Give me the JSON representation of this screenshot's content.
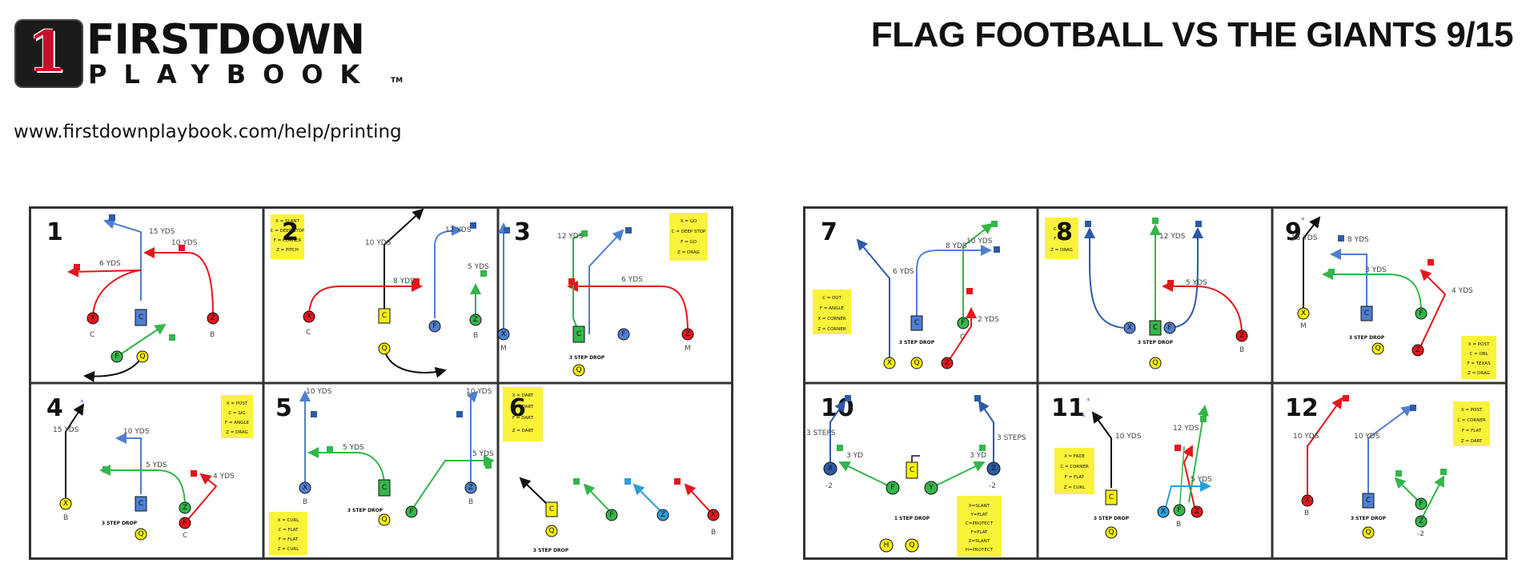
{
  "header": {
    "logo_number": "1",
    "logo_title": "FIRSTDOWN",
    "logo_subtitle": "PLAYBOOK",
    "logo_tm": "TM",
    "page_title": "FLAG FOOTBALL VS THE GIANTS 9/15",
    "url": "www.firstdownplaybook.com/help/printing"
  },
  "colors": {
    "red": "#e3161b",
    "blue": "#4f7fd0",
    "navy": "#2d5aa8",
    "green": "#33b64a",
    "yellow": "#f6f00c",
    "black": "#111111",
    "note_yellow": "#fbf23a",
    "border": "#333333"
  },
  "sheets": [
    {
      "plays": [
        {
          "number": "1",
          "players": [
            "X",
            "C",
            "Z",
            "F",
            "Q"
          ],
          "labels": [
            "C",
            "B"
          ],
          "yards": [
            "15 YDS",
            "10 YDS",
            "6 YDS"
          ],
          "note": []
        },
        {
          "number": "2",
          "players": [
            "X",
            "C",
            "F",
            "Z",
            "Q"
          ],
          "labels": [
            "C",
            "B"
          ],
          "yards": [
            "10 YDS",
            "8 YDS",
            "12 YDS",
            "5 YDS"
          ],
          "note": [
            "X = SLANT",
            "C = DEEP STOP",
            "F = CORNER",
            "Z = PITCH"
          ]
        },
        {
          "number": "3",
          "players": [
            "X",
            "C",
            "F",
            "Z",
            "Q"
          ],
          "labels": [
            "M",
            "M"
          ],
          "yards": [
            "12 YDS",
            "6 YDS"
          ],
          "drop": "3 STEP DROP",
          "note": [
            "X = GO",
            "C = DEEP STOP",
            "F = GO",
            "Z = DRAG"
          ]
        },
        {
          "number": "4",
          "players": [
            "X",
            "C",
            "Z",
            "F",
            "Q"
          ],
          "labels": [
            "B",
            "C"
          ],
          "yards": [
            "15 YDS",
            "10 YDS",
            "5 YDS",
            "4 YDS"
          ],
          "drop": "3 STEP DROP",
          "note": [
            "X = POST",
            "C = SIG",
            "F = ANGLE",
            "Z = DRAG"
          ]
        },
        {
          "number": "5",
          "players": [
            "X",
            "C",
            "F",
            "Z",
            "Q"
          ],
          "labels": [
            "B",
            "B"
          ],
          "yards": [
            "10 YDS",
            "10 YDS",
            "5 YDS",
            "5 YDS"
          ],
          "drop": "3 STEP DROP",
          "note": [
            "X = CURL",
            "C = FLAT",
            "F = FLAT",
            "Z = CURL"
          ]
        },
        {
          "number": "6",
          "players": [
            "C",
            "Q",
            "F",
            "Z",
            "X"
          ],
          "labels": [
            "B"
          ],
          "drop": "3 STEP DROP",
          "note": [
            "X = DART",
            "C = DART",
            "F = DART",
            "Z = DART"
          ]
        }
      ]
    },
    {
      "plays": [
        {
          "number": "7",
          "players": [
            "X",
            "Q",
            "C",
            "F",
            "Z"
          ],
          "labels": [
            "C"
          ],
          "yards": [
            "6 YDS",
            "8 YDS",
            "10 YDS",
            "2 YDS"
          ],
          "drop": "3 STEP DROP",
          "note": [
            "C = OUT",
            "F = ANGLE",
            "X = CORNER",
            "Z = CORNER"
          ]
        },
        {
          "number": "8",
          "players": [
            "X",
            "C",
            "F",
            "Z",
            "Q"
          ],
          "labels": [
            "B"
          ],
          "yards": [
            "12 YDS",
            "5 YDS"
          ],
          "drop": "3 STEP DROP",
          "note": [
            "C = GO",
            "F = GO",
            "Z = DRAG"
          ]
        },
        {
          "number": "9",
          "players": [
            "X",
            "C",
            "F",
            "Z",
            "Q"
          ],
          "labels": [
            "M"
          ],
          "yards": [
            "15 YDS",
            "8 YDS",
            "3 YDS",
            "4 YDS"
          ],
          "drop": "3 STEP DROP",
          "note": [
            "X = POST",
            "C = OBL",
            "F = TEXAS",
            "Z = DRAG"
          ]
        },
        {
          "number": "10",
          "players": [
            "X",
            "F",
            "C",
            "Y",
            "Z",
            "H",
            "Q"
          ],
          "labels": [
            "-2",
            "-2"
          ],
          "yards": [
            "3 STEPS",
            "3 STEPS",
            "3 YD",
            "3 YD"
          ],
          "drop": "1 STEP DROP",
          "note": [
            "X=SLANT",
            "Y=FLAT",
            "C=PROTECT",
            "F=FLAT",
            "Z=SLANT",
            "H=PROTECT"
          ]
        },
        {
          "number": "11",
          "players": [
            "C",
            "Q",
            "X",
            "F",
            "Z"
          ],
          "labels": [
            "B"
          ],
          "yards": [
            "10 YDS",
            "12 YDS",
            "5 YDS"
          ],
          "drop": "3 STEP DROP",
          "note": [
            "X = FADE",
            "C = CORNER",
            "F = FLAT",
            "Z = CURL"
          ]
        },
        {
          "number": "12",
          "players": [
            "X",
            "C",
            "F",
            "Z",
            "Q"
          ],
          "labels": [
            "B",
            "-2"
          ],
          "yards": [
            "10 YDS",
            "10 YDS"
          ],
          "drop": "3 STEP DROP",
          "note": [
            "X = POST",
            "C = CORNER",
            "F = FLAT",
            "Z = DART"
          ]
        }
      ]
    }
  ]
}
